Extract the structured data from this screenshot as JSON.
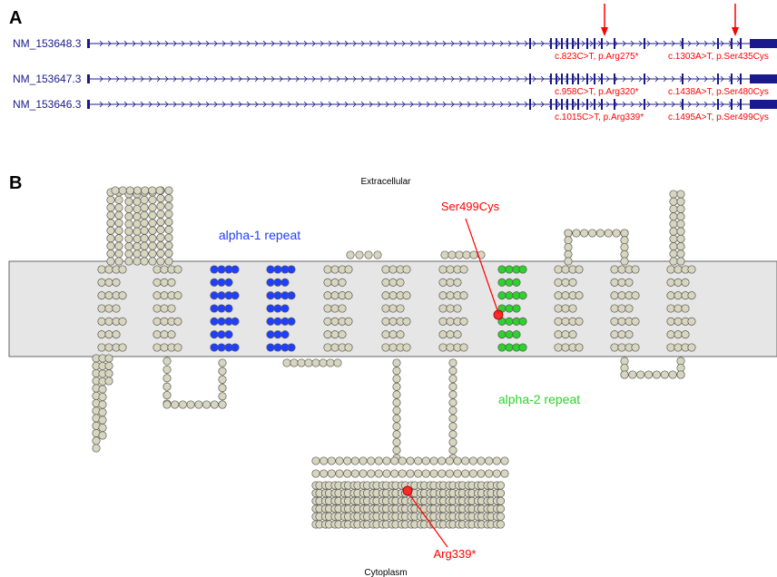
{
  "panel_a": {
    "label": "A",
    "transcripts": [
      {
        "id": "NM_153648.3",
        "mutations": [
          "c.823C>T, p.Arg275*",
          "c.1303A>T, p.Ser435Cys"
        ]
      },
      {
        "id": "NM_153647.3",
        "mutations": [
          "c.958C>T, p.Arg320*",
          "c.1438A>T, p.Ser480Cys"
        ]
      },
      {
        "id": "NM_153646.3",
        "mutations": [
          "c.1015C>T, p.Arg339*",
          "c.1495A>T, p.Ser499Cys"
        ]
      }
    ]
  },
  "panel_b": {
    "label": "B",
    "extracellular": "Extracellular",
    "cytoplasm": "Cytoplasm",
    "alpha1": "alpha-1 repeat",
    "alpha2": "alpha-2 repeat",
    "ser_callout": "Ser499Cys",
    "arg_callout": "Arg339*"
  },
  "colors": {
    "transcript": "#1a1a8c",
    "mutation": "#ff0000",
    "membrane": "#e6e6e6",
    "residue": "#d8d6bf",
    "alpha1": "#1f3fff",
    "alpha2": "#2fd12f"
  }
}
